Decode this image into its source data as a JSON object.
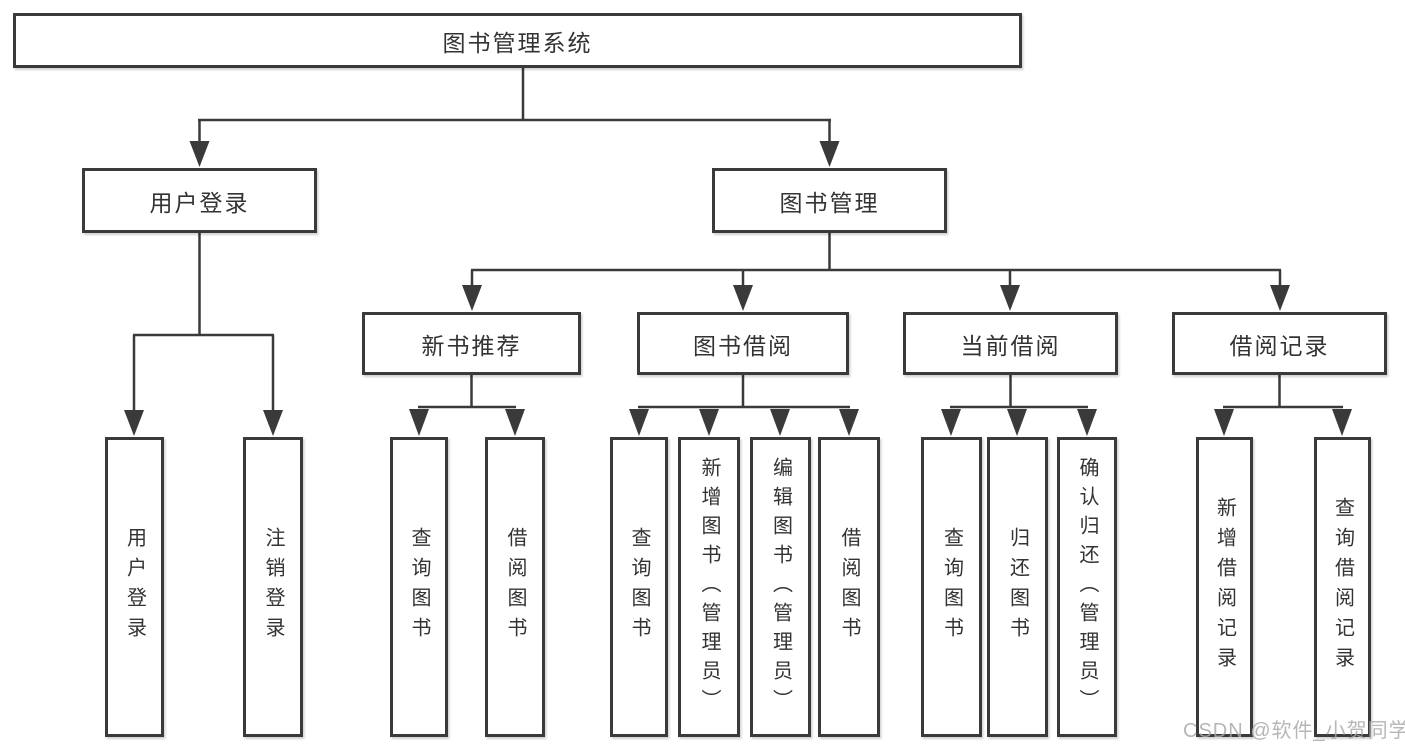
{
  "diagram": {
    "title": "图书管理系统",
    "level2": [
      {
        "label": "用户登录"
      },
      {
        "label": "图书管理"
      }
    ],
    "level3": [
      {
        "label": "新书推荐"
      },
      {
        "label": "图书借阅"
      },
      {
        "label": "当前借阅"
      },
      {
        "label": "借阅记录"
      }
    ],
    "leaves": {
      "user_login": [
        {
          "label": "用户登录"
        },
        {
          "label": "注销登录"
        }
      ],
      "new_book": [
        {
          "label": "查询图书"
        },
        {
          "label": "借阅图书"
        }
      ],
      "book_borrow": [
        {
          "label": "查询图书"
        },
        {
          "label": "新增图书（管理员）"
        },
        {
          "label": "编辑图书（管理员）"
        },
        {
          "label": "借阅图书"
        }
      ],
      "current_borrow": [
        {
          "label": "查询图书"
        },
        {
          "label": "归还图书"
        },
        {
          "label": "确认归还（管理员）"
        }
      ],
      "borrow_records": [
        {
          "label": "新增借阅记录"
        },
        {
          "label": "查询借阅记录"
        }
      ]
    },
    "watermark": "CSDN @软件_小贺同学",
    "colors": {
      "line": "#3a3a3a",
      "box_border": "#3a3a3a",
      "text": "#333333",
      "background": "#ffffff",
      "watermark": "#a9a9a9"
    }
  }
}
